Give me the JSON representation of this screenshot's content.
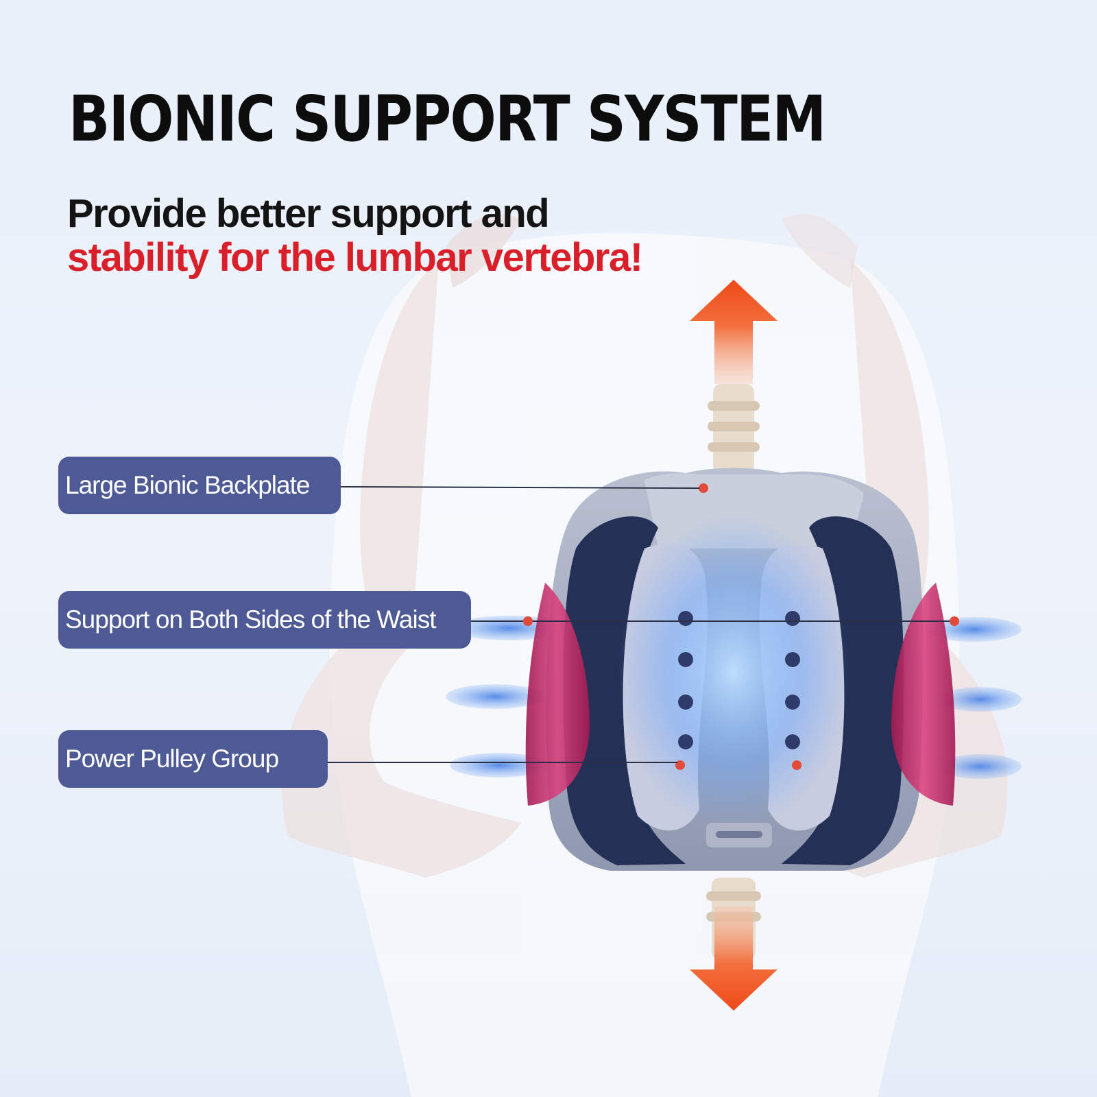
{
  "headline": "BIONIC SUPPORT SYSTEM",
  "subheading": {
    "line1": "Provide better support and",
    "line2": "stability for the lumbar vertebra!"
  },
  "callouts": [
    "Large Bionic Backplate",
    "Support on Both Sides of the Waist",
    "Power Pulley Group"
  ],
  "colors": {
    "headline": "#0d0d0d",
    "accent_red": "#d9202a",
    "callout_bg": "#4d5a96",
    "arrow": "#f0501e",
    "side_pad": "#c8326e",
    "wave": "#6f9be6"
  }
}
